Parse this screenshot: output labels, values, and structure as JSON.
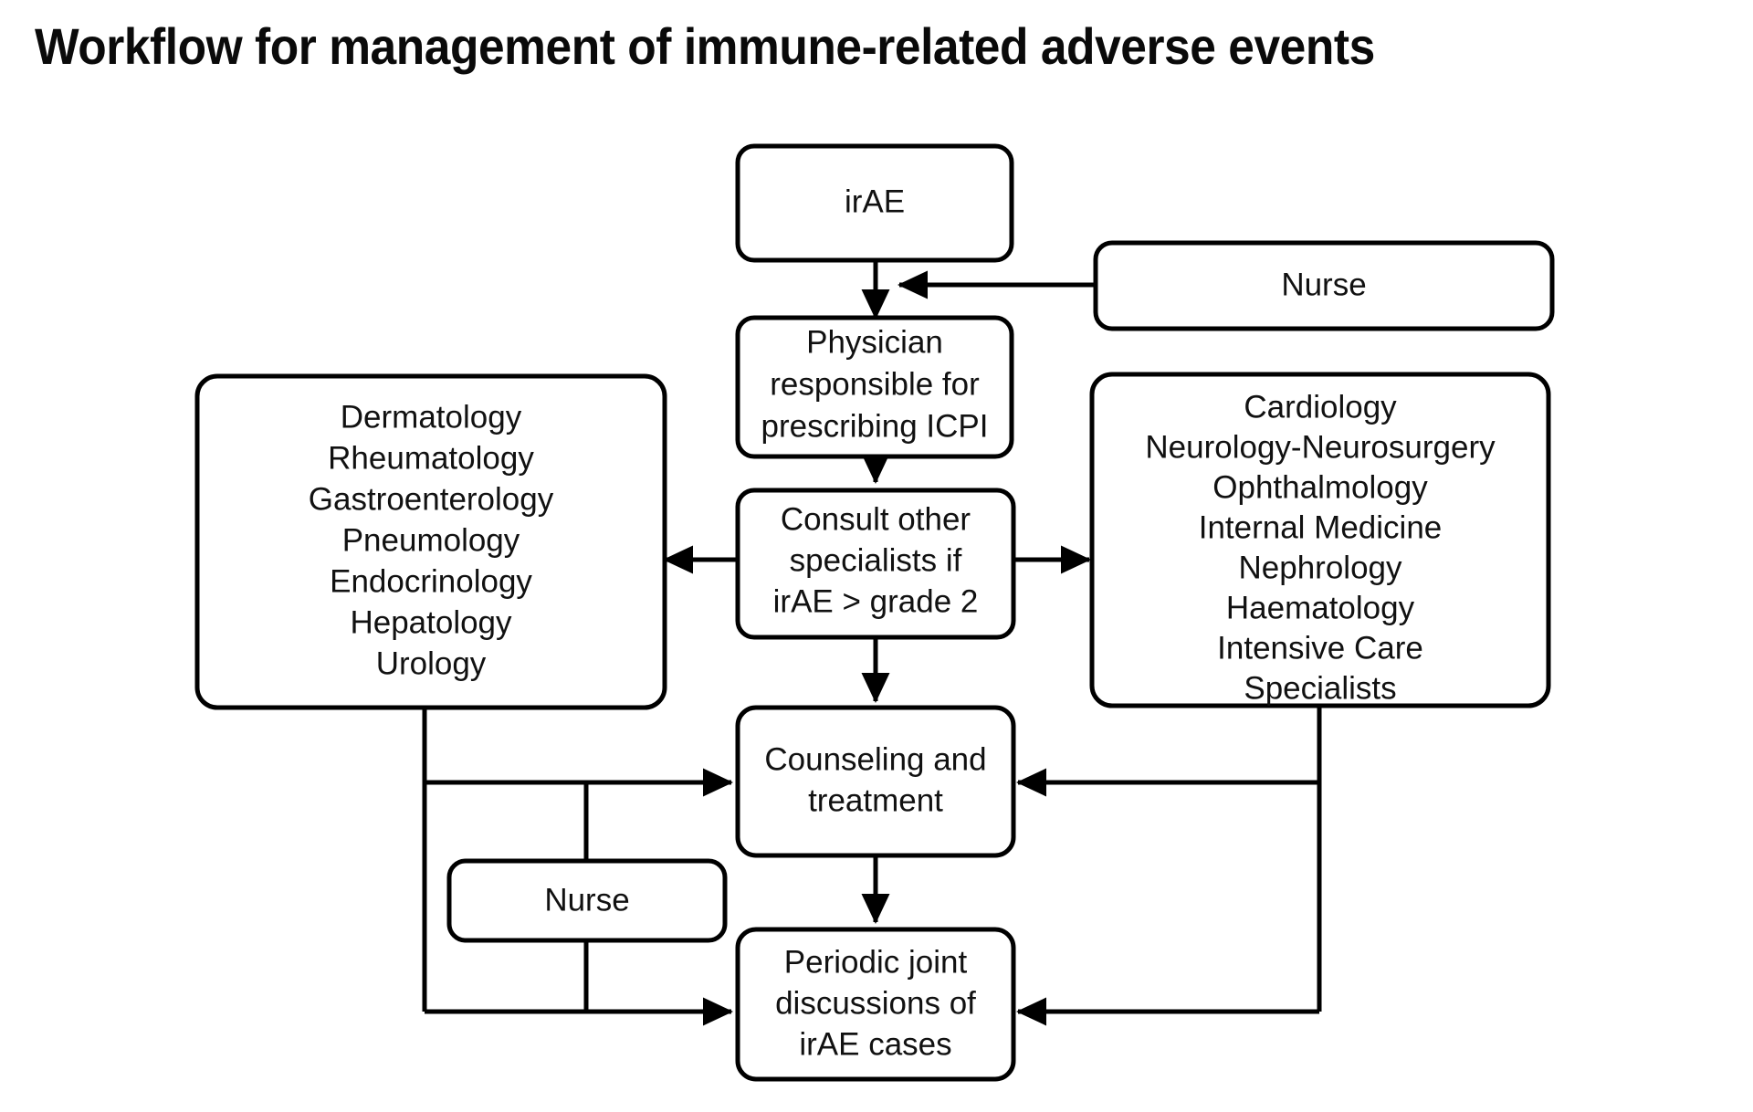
{
  "title": "Workflow for management of immune-related adverse events",
  "colors": {
    "background": "#ffffff",
    "stroke": "#000000",
    "text": "#111111",
    "title": "#0a0a0a"
  },
  "chart_data": {
    "type": "diagram",
    "title": "Workflow for management of immune-related adverse events",
    "nodes": [
      {
        "id": "irae",
        "label": "irAE",
        "lines": [
          "irAE"
        ]
      },
      {
        "id": "nurse-top",
        "label": "Nurse",
        "lines": [
          "Nurse"
        ]
      },
      {
        "id": "physician",
        "label": "Physician responsible for prescribing ICPI",
        "lines": [
          "Physician",
          "responsible for",
          "prescribing ICPI"
        ]
      },
      {
        "id": "consult",
        "label": "Consult other specialists if irAE > grade 2",
        "lines": [
          "Consult other",
          "specialists if",
          "irAE > grade 2"
        ]
      },
      {
        "id": "left-specialties",
        "label": "Left specialty list",
        "lines": [
          "Dermatology",
          "Rheumatology",
          "Gastroenterology",
          "Pneumology",
          "Endocrinology",
          "Hepatology",
          "Urology"
        ]
      },
      {
        "id": "right-specialties",
        "label": "Right specialty list",
        "lines": [
          "Cardiology",
          "Neurology-Neurosurgery",
          "Ophthalmology",
          "Internal Medicine",
          "Nephrology",
          "Haematology",
          "Intensive Care",
          "Specialists"
        ]
      },
      {
        "id": "counseling",
        "label": "Counseling and treatment",
        "lines": [
          "Counseling and",
          "treatment"
        ]
      },
      {
        "id": "nurse-bottom",
        "label": "Nurse",
        "lines": [
          "Nurse"
        ]
      },
      {
        "id": "periodic",
        "label": "Periodic joint discussions of irAE cases",
        "lines": [
          "Periodic joint",
          "discussions of",
          "irAE cases"
        ]
      }
    ],
    "edges": [
      {
        "from": "irae",
        "to": "physician",
        "arrow": true
      },
      {
        "from": "nurse-top",
        "to": "physician",
        "arrow": true
      },
      {
        "from": "physician",
        "to": "consult",
        "arrow": true
      },
      {
        "from": "consult",
        "to": "left-specialties",
        "arrow": true
      },
      {
        "from": "consult",
        "to": "right-specialties",
        "arrow": true
      },
      {
        "from": "consult",
        "to": "counseling",
        "arrow": true
      },
      {
        "from": "left-specialties",
        "to": "counseling",
        "arrow": true
      },
      {
        "from": "right-specialties",
        "to": "counseling",
        "arrow": true
      },
      {
        "from": "counseling",
        "to": "periodic",
        "arrow": true
      },
      {
        "from": "left-specialties",
        "to": "periodic",
        "arrow": true
      },
      {
        "from": "right-specialties",
        "to": "periodic",
        "arrow": true
      }
    ]
  },
  "nodes": {
    "irae": {
      "line1": "irAE"
    },
    "nurse_top": {
      "line1": "Nurse"
    },
    "physician": {
      "line1": "Physician",
      "line2": "responsible for",
      "line3": "prescribing ICPI"
    },
    "consult": {
      "line1": "Consult other",
      "line2": "specialists if",
      "line3": "irAE > grade 2"
    },
    "left_specialties": {
      "line1": "Dermatology",
      "line2": "Rheumatology",
      "line3": "Gastroenterology",
      "line4": "Pneumology",
      "line5": "Endocrinology",
      "line6": "Hepatology",
      "line7": "Urology"
    },
    "right_specialties": {
      "line1": "Cardiology",
      "line2": "Neurology-Neurosurgery",
      "line3": "Ophthalmology",
      "line4": "Internal Medicine",
      "line5": "Nephrology",
      "line6": "Haematology",
      "line7": "Intensive Care",
      "line8": "Specialists"
    },
    "counseling": {
      "line1": "Counseling and",
      "line2": "treatment"
    },
    "nurse_bottom": {
      "line1": "Nurse"
    },
    "periodic": {
      "line1": "Periodic joint",
      "line2": "discussions of",
      "line3": "irAE cases"
    }
  }
}
